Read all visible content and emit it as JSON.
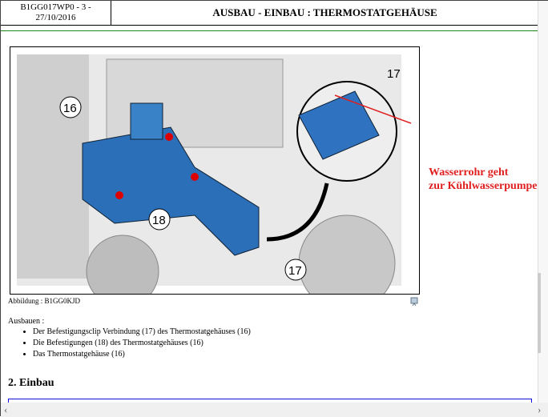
{
  "header": {
    "ref_line1": "B1GG017WP0 - 3 -",
    "ref_line2": "27/10/2016",
    "title": "AUSBAU - EINBAU : THERMOSTATGEHÄUSE"
  },
  "figure": {
    "caption": "Abbildung : B1GG0KJD",
    "labels": [
      "16",
      "17",
      "18",
      "17"
    ],
    "annotation_line1": "Wasserrohr geht",
    "annotation_line2": "zur Kühlwasserpumpe",
    "accent": "#e02020"
  },
  "content": {
    "intro": "Ausbauen :",
    "items": [
      "Der Befestigungsclip Verbindung (17) des Thermostatgehäuses (16)",
      "Die Befestigungen (18) des Thermostatgehäuses (16)",
      "Das Thermostatgehäuse (16)"
    ],
    "section": "2. Einbau"
  },
  "scroll": {
    "left": "‹",
    "right": "›"
  }
}
